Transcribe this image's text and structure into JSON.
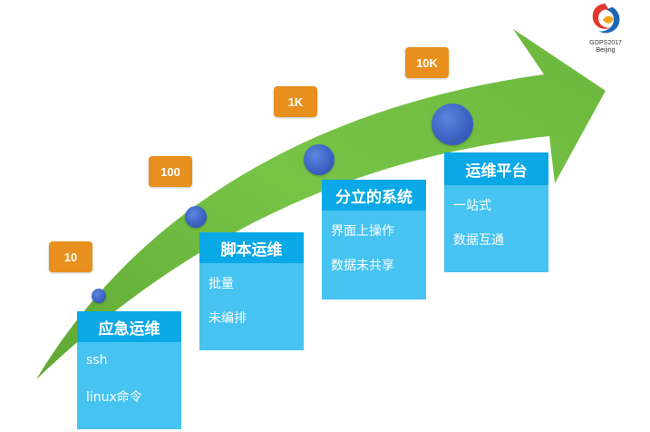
{
  "logo": {
    "line1": "GOPS2017",
    "line2": "Beijing",
    "icon": "gops-swirl-icon"
  },
  "colors": {
    "arrow": "#6fbe44",
    "badge": "#e8901e",
    "card_header": "#0aa8e6",
    "card_body": "#46c3f1",
    "dot": "#3d63c4"
  },
  "stages": [
    {
      "badge": "10",
      "title": "应急运维",
      "items": [
        "ssh",
        "linux命令"
      ]
    },
    {
      "badge": "100",
      "title": "脚本运维",
      "items": [
        "批量",
        "未编排"
      ]
    },
    {
      "badge": "1K",
      "title": "分立的系统",
      "items": [
        "界面上操作",
        "数据未共享"
      ]
    },
    {
      "badge": "10K",
      "title": "运维平台",
      "items": [
        "一站式",
        "数据互通"
      ]
    }
  ]
}
